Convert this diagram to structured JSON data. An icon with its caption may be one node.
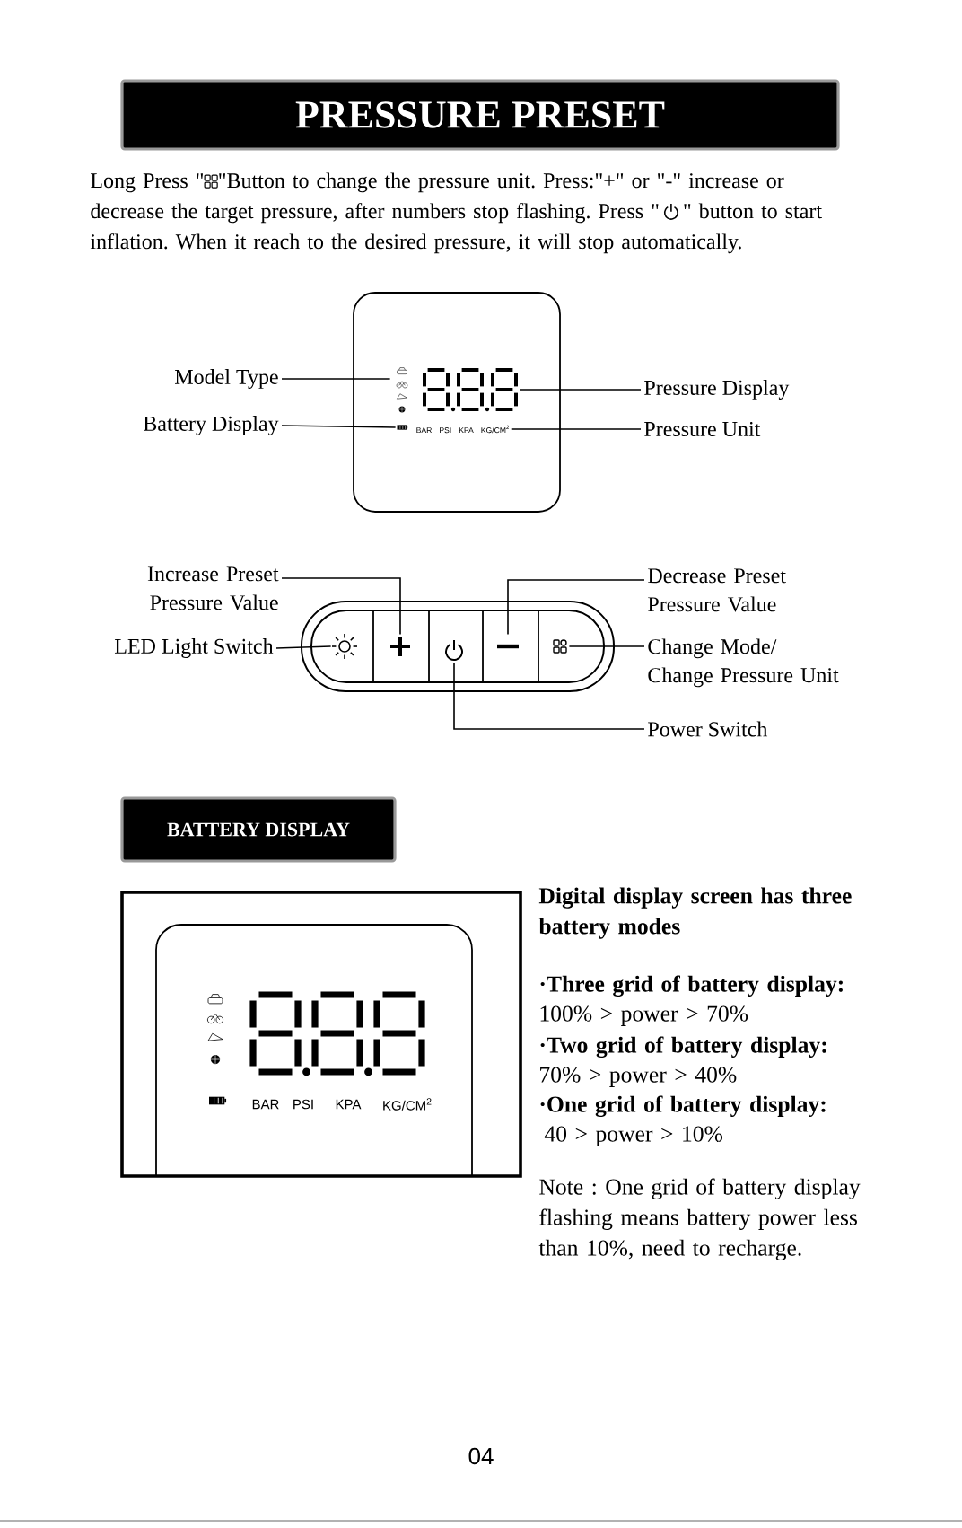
{
  "diagram": {
    "nodes": [
      {
        "text": [
          "PRESSURE PRESET"
        ]
      },
      {
        "text": [],
        "shape": "box"
      },
      {
        "text": [
          "Model Type"
        ]
      },
      {
        "text": [
          "Battery Display"
        ]
      },
      {
        "text": [
          "Pressure Display"
        ]
      },
      {
        "text": [
          "Pressure Unit"
        ]
      },
      {
        "text": [],
        "shape": "box"
      },
      {
        "text": [],
        "shape": "sun",
        "in": 6
      },
      {
        "text": [],
        "shape": "plus",
        "in": 6
      },
      {
        "text": [],
        "shape": "power",
        "in": 6
      },
      {
        "text": [],
        "shape": "minus",
        "in": 6
      },
      {
        "text": [],
        "shape": "grid",
        "in": 6
      },
      {
        "text": [
          "Increase Preset Pressure Value"
        ]
      },
      {
        "text": [
          "LED Light Switch"
        ]
      },
      {
        "text": [
          "Decrease Preset Pressure Value"
        ]
      },
      {
        "text": [
          "Change Mode/ Change Pressure Unit"
        ]
      },
      {
        "text": [
          "Power Switch"
        ]
      },
      {
        "text": [
          "BATTERY DISPLAY"
        ]
      },
      {
        "text": [],
        "shape": "box"
      },
      {
        "text": [],
        "shape": "box",
        "in": 18
      },
      {
        "text": [],
        "shape": "icon",
        "in": 1
      },
      {
        "text": [],
        "shape": "battery",
        "in": 1
      },
      {
        "text": [],
        "shape": "digits",
        "in": 1
      },
      {
        "text": [
          "BAR",
          "PSI",
          "KPA",
          "KG/CM$^{2}$"
        ],
        "in": 1
      }
    ],
    "edges": [
      {
        "from": 2,
        "to": 20,
        "arrow": "none"
      },
      {
        "from": 3,
        "to": 21,
        "arrow": "none"
      },
      {
        "from": 4,
        "to": 22,
        "arrow": "none"
      },
      {
        "from": 5,
        "to": 23,
        "arrow": "none"
      },
      {
        "from": 12,
        "to": 8,
        "arrow": "none"
      },
      {
        "from": 13,
        "to": 7,
        "arrow": "none"
      },
      {
        "from": 14,
        "to": 10,
        "arrow": "none"
      },
      {
        "from": 15,
        "to": 11,
        "arrow": "none"
      },
      {
        "from": 16,
        "to": 9,
        "arrow": "none"
      }
    ],
    "labels": [
      "Long Press \"",
      "\"Button to change the pressure unit. Press:\"+\" or \"-\" increase or decrease the target pressure, after numbers stop flashing. Press \"",
      "\" button to start inflation. When it reach to the desired pressure, it will stop automatically.",
      "BAR",
      "PSI",
      "KPA",
      "KG/CM$^{2}$",
      "Digital display screen has three battery modes",
      "·Three grid of battery display:",
      "100% > power > 70%",
      "·Two grid of battery display:",
      "70% > power > 40%",
      "·One grid of battery display:",
      "40 > power > 10%",
      "Note : One grid of battery display flashing means battery power less than 10%, need to recharge.",
      "04"
    ]
  }
}
